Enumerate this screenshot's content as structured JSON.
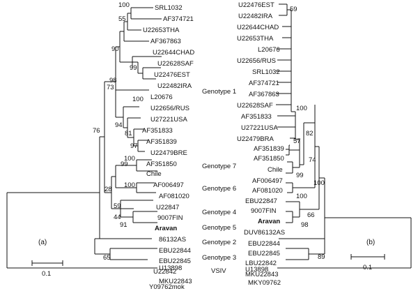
{
  "tree_a": {
    "panel_label": "(a)",
    "scale_label": "0.1",
    "taxa": [
      "SRL1032",
      "AF374721",
      "U22653THA",
      "AF367863",
      "U22644CHAD",
      "U22628SAF",
      "U22476EST",
      "U22482IRA",
      "L20676",
      "U22656/RUS",
      "U27221USA",
      "AF351833",
      "AF351839",
      "U22479BRE",
      "AF351850",
      "Chile",
      "AF006497",
      "AF081020",
      "U22847",
      "9007FIN",
      "Aravan",
      "86132AS",
      "EBU22844",
      "EBU22845",
      "U22842",
      "MKU22843",
      "Y09762mok",
      "U13898"
    ],
    "support": [
      "100",
      "55",
      "90",
      "99",
      "100",
      "98",
      "73",
      "94",
      "97",
      "81",
      "100",
      "76",
      "99",
      "100",
      "28",
      "59",
      "44",
      "91",
      "65"
    ]
  },
  "tree_b": {
    "panel_label": "(b)",
    "scale_label": "0.1",
    "taxa": [
      "U22476EST",
      "U22482IRA",
      "U22644CHAD",
      "U22653THA",
      "L20676",
      "U22656/RUS",
      "SRL1032",
      "AF374721",
      "AF367863",
      "U22628SAF",
      "AF351833",
      "U27221USA",
      "U22479BRA",
      "AF351839",
      "AF351850",
      "Chile",
      "AF006497",
      "AF081020",
      "EBU22847",
      "9007FIN",
      "Aravan",
      "DUV86132AS",
      "EBU22844",
      "EBU22845",
      "LBU22842",
      "MKU22843",
      "MKY09762",
      "U13898"
    ],
    "support": [
      "59",
      "100",
      "57",
      "82",
      "74",
      "99",
      "100",
      "100",
      "66",
      "98",
      "89"
    ]
  },
  "genotypes": [
    "Genotype 1",
    "Genotype 7",
    "Genotype 6",
    "Genotype 4",
    "Genotype 5",
    "Genotype 2",
    "Genotype 3",
    "VSIV"
  ]
}
